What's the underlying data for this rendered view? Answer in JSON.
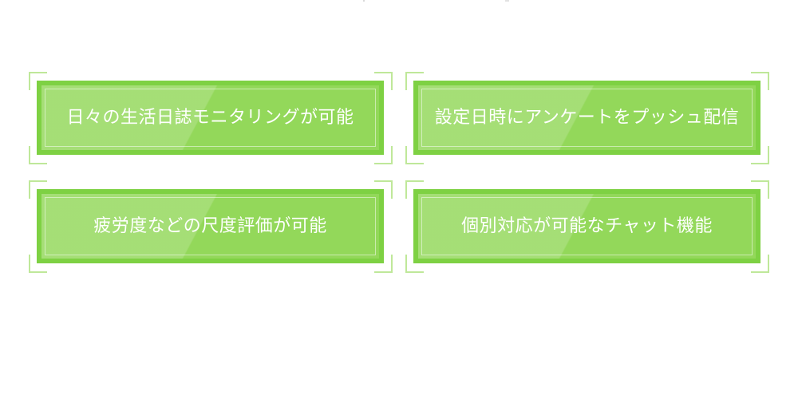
{
  "theme": {
    "background": "#ffffff",
    "card_fill": "#93d85a",
    "card_border": "#7ed143",
    "card_shine": "#a3de71",
    "bracket_color": "#bfe89a",
    "label_color": "#ffffff"
  },
  "feature_grid": {
    "columns": 2,
    "rows": 2,
    "cards": [
      {
        "id": "daily-life-log-monitoring",
        "label": "日々の生活日誌モニタリングが可能",
        "column": "left",
        "row": "top"
      },
      {
        "id": "scheduled-survey-push",
        "label": "設定日時にアンケートをプッシュ配信",
        "column": "right",
        "row": "top"
      },
      {
        "id": "fatigue-scale-assessment",
        "label": "疲労度などの尺度評価が可能",
        "column": "left",
        "row": "bottom"
      },
      {
        "id": "individual-chat-function",
        "label": "個別対応が可能なチャット機能",
        "column": "right",
        "row": "bottom"
      }
    ]
  }
}
